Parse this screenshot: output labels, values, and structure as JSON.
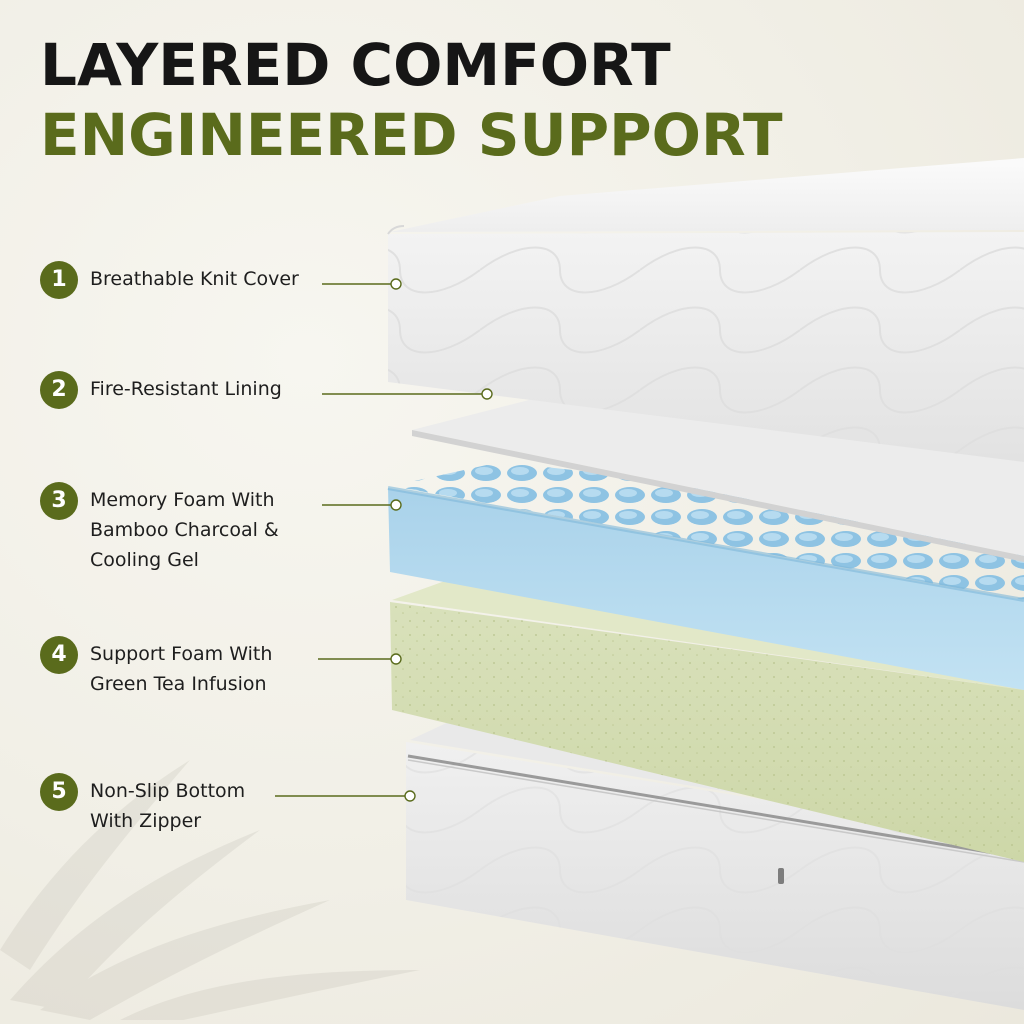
{
  "headline": {
    "line1": "LAYERED COMFORT",
    "line2": "ENGINEERED SUPPORT"
  },
  "colors": {
    "accent_green": "#5a6b1c",
    "headline_dark": "#161616",
    "foam_blue": "#b8dcef",
    "foam_green": "#d3dcb1",
    "cover_white": "#f6f6f6"
  },
  "callouts": [
    {
      "number": "1",
      "lines": [
        "Breathable Knit Cover"
      ]
    },
    {
      "number": "2",
      "lines": [
        "Fire-Resistant Lining"
      ]
    },
    {
      "number": "3",
      "lines": [
        "Memory Foam With",
        "Bamboo Charcoal &",
        "Cooling Gel"
      ]
    },
    {
      "number": "4",
      "lines": [
        "Support Foam With",
        "Green Tea Infusion"
      ]
    },
    {
      "number": "5",
      "lines": [
        "Non-Slip Bottom",
        "With Zipper"
      ]
    }
  ]
}
